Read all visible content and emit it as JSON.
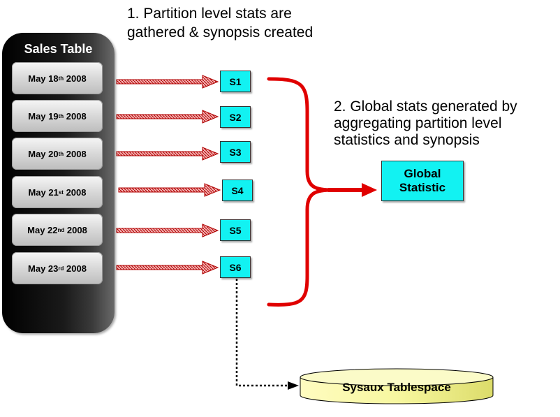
{
  "steps": {
    "step1_text": "1. Partition level stats are gathered & synopsis created",
    "step2_text": "2. Global stats generated by aggregating partition level statistics and synopsis"
  },
  "sales_table": {
    "title": "Sales Table",
    "partitions": [
      {
        "prefix": "May 18",
        "suffix": "th",
        "year": " 2008"
      },
      {
        "prefix": "May 19",
        "suffix": "th",
        "year": " 2008"
      },
      {
        "prefix": "May 20",
        "suffix": "th",
        "year": " 2008"
      },
      {
        "prefix": "May 21",
        "suffix": "st",
        "year": " 2008"
      },
      {
        "prefix": "May 22",
        "suffix": "nd",
        "year": " 2008"
      },
      {
        "prefix": "May 23",
        "suffix": "rd",
        "year": " 2008"
      }
    ]
  },
  "synopses": [
    "S1",
    "S2",
    "S3",
    "S4",
    "S5",
    "S6"
  ],
  "global": {
    "line1": "Global",
    "line2": "Statistic"
  },
  "storage": {
    "label": "Sysaux Tablespace"
  },
  "colors": {
    "stat_fill": "#12f2f2",
    "arrow_red": "#e00000",
    "cylinder_fill": "#f5f59a"
  }
}
